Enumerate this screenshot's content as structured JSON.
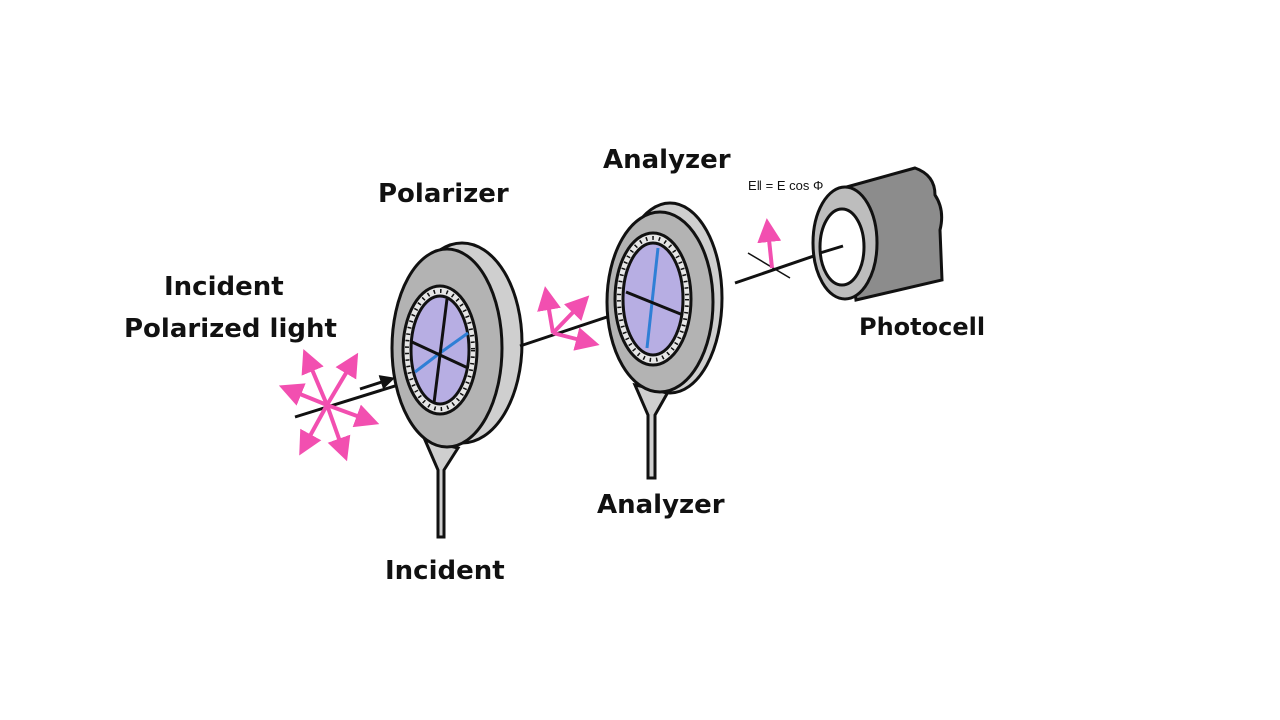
{
  "labels": {
    "incident_line1": "Incident",
    "incident_line2": "Polarized light",
    "polarizer": "Polarizer",
    "analyzer_top": "Analyzer",
    "analyzer_bottom": "Analyzer",
    "incident_bottom": "Incident",
    "photocell": "Photocell",
    "equation": "E‖ = E cos Φ"
  },
  "colors": {
    "arrow": "#f24fb0",
    "disc": "#b3b3b3",
    "disc_edge": "#cfcfcf",
    "lens": "#b7aee3",
    "axis": "#2f7fd6",
    "photocell_body": "#8c8c8c"
  }
}
